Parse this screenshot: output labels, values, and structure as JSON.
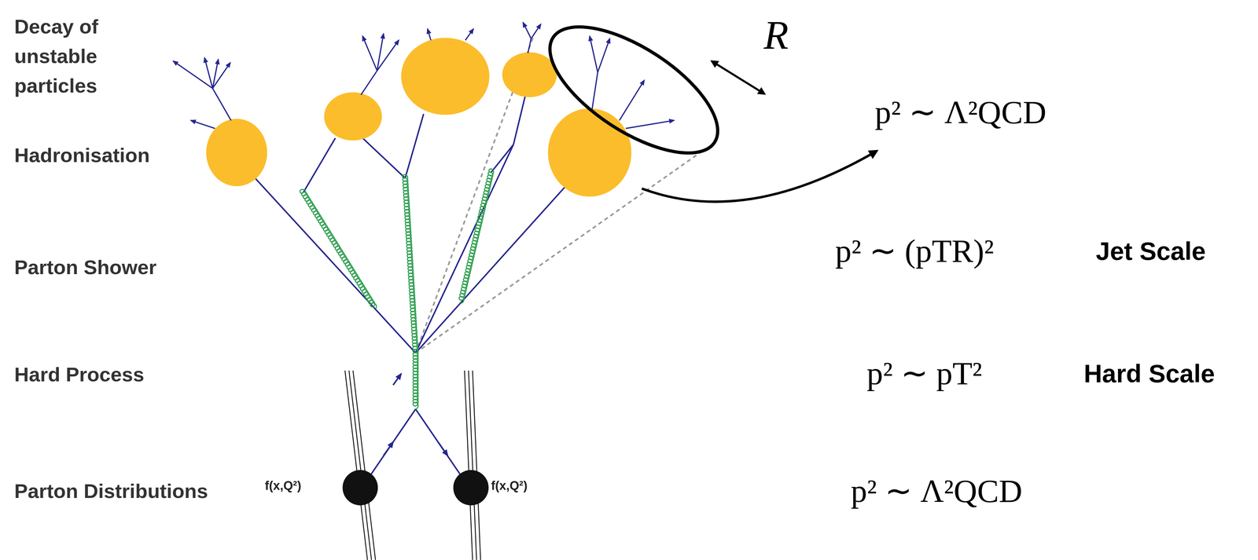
{
  "diagram": {
    "labels": [
      "Decay of unstable particles",
      "R",
      "p² ∼ Λ²QCD",
      "Hadronisation",
      "Parton Shower",
      "p² ∼ (pTR)²",
      "Jet Scale",
      "Hard Process",
      "p² ∼ pT²",
      "Hard Scale",
      "f(x,Q²)",
      "f(x,Q²)",
      "Parton Distributions",
      "p² ∼ Λ²QCD"
    ]
  }
}
